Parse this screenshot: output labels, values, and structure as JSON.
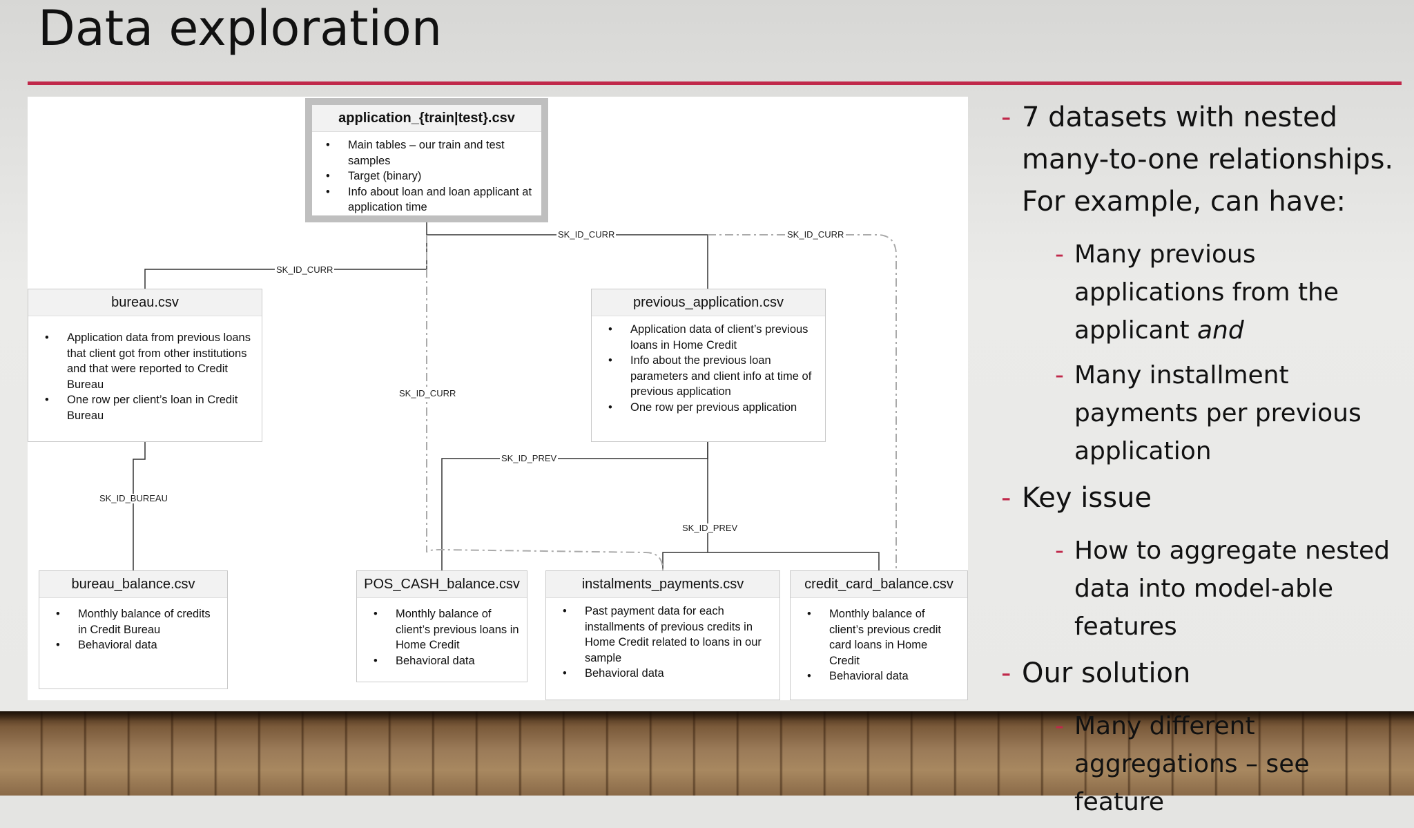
{
  "title": "Data exploration",
  "accent_color": "#c0284a",
  "diagram": {
    "main": {
      "title": "application_{train|test}.csv",
      "items": [
        "Main tables – our train and test samples",
        "Target (binary)",
        "Info about loan and loan applicant at application time"
      ]
    },
    "bureau": {
      "title": "bureau.csv",
      "items": [
        "Application data from previous loans that client got from other institutions and that were reported to Credit Bureau",
        "One row per client’s loan in Credit Bureau"
      ]
    },
    "previous": {
      "title": "previous_application.csv",
      "items": [
        "Application data of client’s previous loans in Home Credit",
        "Info about the previous loan parameters and client info at time of previous application",
        "One row per previous application"
      ]
    },
    "bureau_balance": {
      "title": "bureau_balance.csv",
      "items": [
        "Monthly balance of credits in Credit Bureau",
        "Behavioral data"
      ]
    },
    "pos_cash": {
      "title": "POS_CASH_balance.csv",
      "items": [
        "Monthly balance of client’s previous loans in Home Credit",
        "Behavioral data"
      ]
    },
    "instalments": {
      "title": "instalments_payments.csv",
      "items": [
        "Past payment data for each installments of previous credits in Home Credit related to loans in our sample",
        "Behavioral data"
      ]
    },
    "credit_card": {
      "title": "credit_card_balance.csv",
      "items": [
        "Monthly balance of client’s previous credit card loans in Home Credit",
        "Behavioral data"
      ]
    },
    "labels": {
      "sk_id_curr_1": "SK_ID_CURR",
      "sk_id_curr_2": "SK_ID_CURR",
      "sk_id_curr_3": "SK_ID_CURR",
      "sk_id_curr_4": "SK_ID_CURR",
      "sk_id_bureau": "SK_ID_BUREAU",
      "sk_id_prev_1": "SK_ID_PREV",
      "sk_id_prev_2": "SK_ID_PREV"
    }
  },
  "bullets": {
    "b1": "7 datasets with nested many-to-one relationships. For example, can have:",
    "b1a_prefix": "Many previous applications from the applicant ",
    "b1a_em": "and",
    "b1b": "Many installment payments per previous application",
    "b2": "Key issue",
    "b2a": "How to aggregate nested data into model-able features",
    "b3": "Our solution",
    "b3a": "Many different aggregations – see feature"
  }
}
